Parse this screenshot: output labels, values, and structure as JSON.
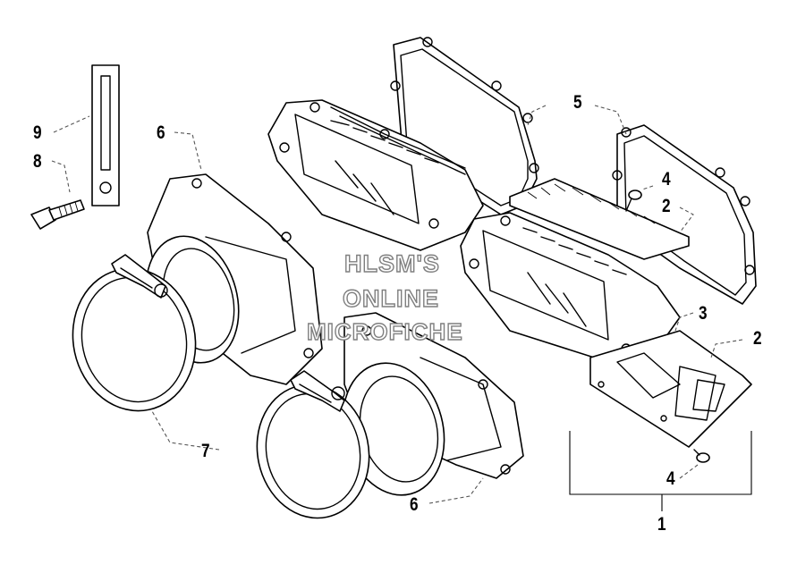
{
  "watermark": {
    "line1": "HLSM'S",
    "line2": "ONLINE",
    "line3": "MICROFICHE"
  },
  "callouts": {
    "c9": "9",
    "c8": "8",
    "c6_top": "6",
    "c6_bottom": "6",
    "c5": "5",
    "c4_top": "4",
    "c4_bottom": "4",
    "c2_top": "2",
    "c2_right": "2",
    "c3": "3",
    "c7": "7",
    "c1": "1"
  }
}
